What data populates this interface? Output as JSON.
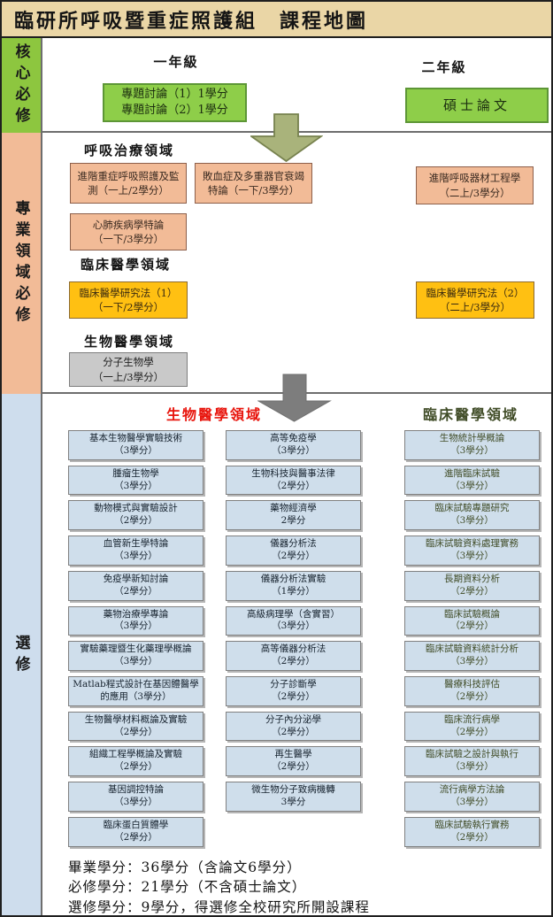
{
  "title": "臨研所呼吸暨重症照護組　課程地圖",
  "colors": {
    "title_bg": "#EAD6A6",
    "core_green": "#8DC63F",
    "box_green": "#8ECE49",
    "salmon": "#F2BB97",
    "gold": "#FFC012",
    "gray_box": "#C9C9C9",
    "elective_box_blue": "#CFDEEB",
    "sidebar_blue": "#CEDDED",
    "red_header": "#E8150D",
    "olive_text": "#414D28",
    "arrow_olive": "#A9B37B",
    "arrow_gray": "#7D7D7D"
  },
  "sidebar": {
    "core": "核心必修",
    "required": "專業領域必修",
    "elective": "選修"
  },
  "core": {
    "year1": "一年級",
    "year2": "二年級",
    "seminar": {
      "t": "專題討論（1）1學分",
      "c": "專題討論（2）1學分"
    },
    "thesis": {
      "t": "碩士論文"
    }
  },
  "required": {
    "respiratory_header": "呼吸治療領域",
    "clinical_header": "臨床醫學領域",
    "biomedical_header": "生物醫學領域",
    "resp1": {
      "t": "進階重症呼吸照護及監",
      "c": "測（一上/2學分）"
    },
    "resp2": {
      "t": "敗血症及多重器官衰竭",
      "c": "特論（一下/3學分）"
    },
    "resp3": {
      "t": "進階呼吸器材工程學",
      "c": "（二上/3學分）"
    },
    "resp4": {
      "t": "心肺疾病學特論",
      "c": "（一下/3學分）"
    },
    "clin1": {
      "t": "臨床醫學研究法（1）",
      "c": "（一下/2學分）"
    },
    "clin2": {
      "t": "臨床醫學研究法（2）",
      "c": "（二上/3學分）"
    },
    "bio1": {
      "t": "分子生物學",
      "c": "（一上/3學分）"
    }
  },
  "electives": {
    "biomedical_header": "生物醫學領域",
    "clinical_header": "臨床醫學領域",
    "col1": [
      {
        "t": "基本生物醫學實驗技術",
        "c": "（3學分）"
      },
      {
        "t": "腫瘤生物學",
        "c": "（3學分）"
      },
      {
        "t": "動物模式與實驗設計",
        "c": "（2學分）"
      },
      {
        "t": "血管新生學特論",
        "c": "（3學分）"
      },
      {
        "t": "免疫學新知討論",
        "c": "（2學分）"
      },
      {
        "t": "藥物治療學專論",
        "c": "（3學分）"
      },
      {
        "t": "實驗藥理暨生化藥理學概論",
        "c": "（3學分）"
      },
      {
        "t": "Matlab程式設計在基因體醫學",
        "c": "的應用（3學分）"
      },
      {
        "t": "生物醫學材料概論及實驗",
        "c": "（2學分）"
      },
      {
        "t": "組織工程學概論及實驗",
        "c": "（2學分）"
      },
      {
        "t": "基因調控特論",
        "c": "（3學分）"
      },
      {
        "t": "臨床蛋白質體學",
        "c": "（2學分）"
      }
    ],
    "col2": [
      {
        "t": "高等免疫學",
        "c": "（3學分）"
      },
      {
        "t": "生物科技與醫事法律",
        "c": "（2學分）"
      },
      {
        "t": "藥物經濟學",
        "c": "2學分"
      },
      {
        "t": "儀器分析法",
        "c": "（2學分）"
      },
      {
        "t": "儀器分析法實驗",
        "c": "（1學分）"
      },
      {
        "t": "高級病理學（含實習）",
        "c": "（3學分）"
      },
      {
        "t": "高等儀器分析法",
        "c": "（2學分）"
      },
      {
        "t": "分子診斷學",
        "c": "（2學分）"
      },
      {
        "t": "分子內分泌學",
        "c": "（2學分）"
      },
      {
        "t": "再生醫學",
        "c": "（2學分）"
      },
      {
        "t": "微生物分子致病機轉",
        "c": "3學分"
      }
    ],
    "col3": [
      {
        "t": "生物統計學概論",
        "c": "（3學分）"
      },
      {
        "t": "進階臨床試驗",
        "c": "（3學分）"
      },
      {
        "t": "臨床試驗專題研究",
        "c": "（3學分）"
      },
      {
        "t": "臨床試驗資料處理實務",
        "c": "（3學分）"
      },
      {
        "t": "長期資料分析",
        "c": "（2學分）"
      },
      {
        "t": "臨床試驗概論",
        "c": "（2學分）"
      },
      {
        "t": "臨床試驗資料統計分析",
        "c": "（3學分）"
      },
      {
        "t": "醫療科技評估",
        "c": "（2學分）"
      },
      {
        "t": "臨床流行病學",
        "c": "（2學分）"
      },
      {
        "t": "臨床試驗之設計與執行",
        "c": "（3學分）"
      },
      {
        "t": "流行病學方法論",
        "c": "（3學分）"
      },
      {
        "t": "臨床試驗執行實務",
        "c": "（2學分）"
      }
    ]
  },
  "footer": {
    "line1": "畢業學分：36學分（含論文6學分）",
    "line2": "必修學分：21學分（不含碩士論文）",
    "line3": "選修學分：9學分，得選修全校研究所開設課程"
  }
}
